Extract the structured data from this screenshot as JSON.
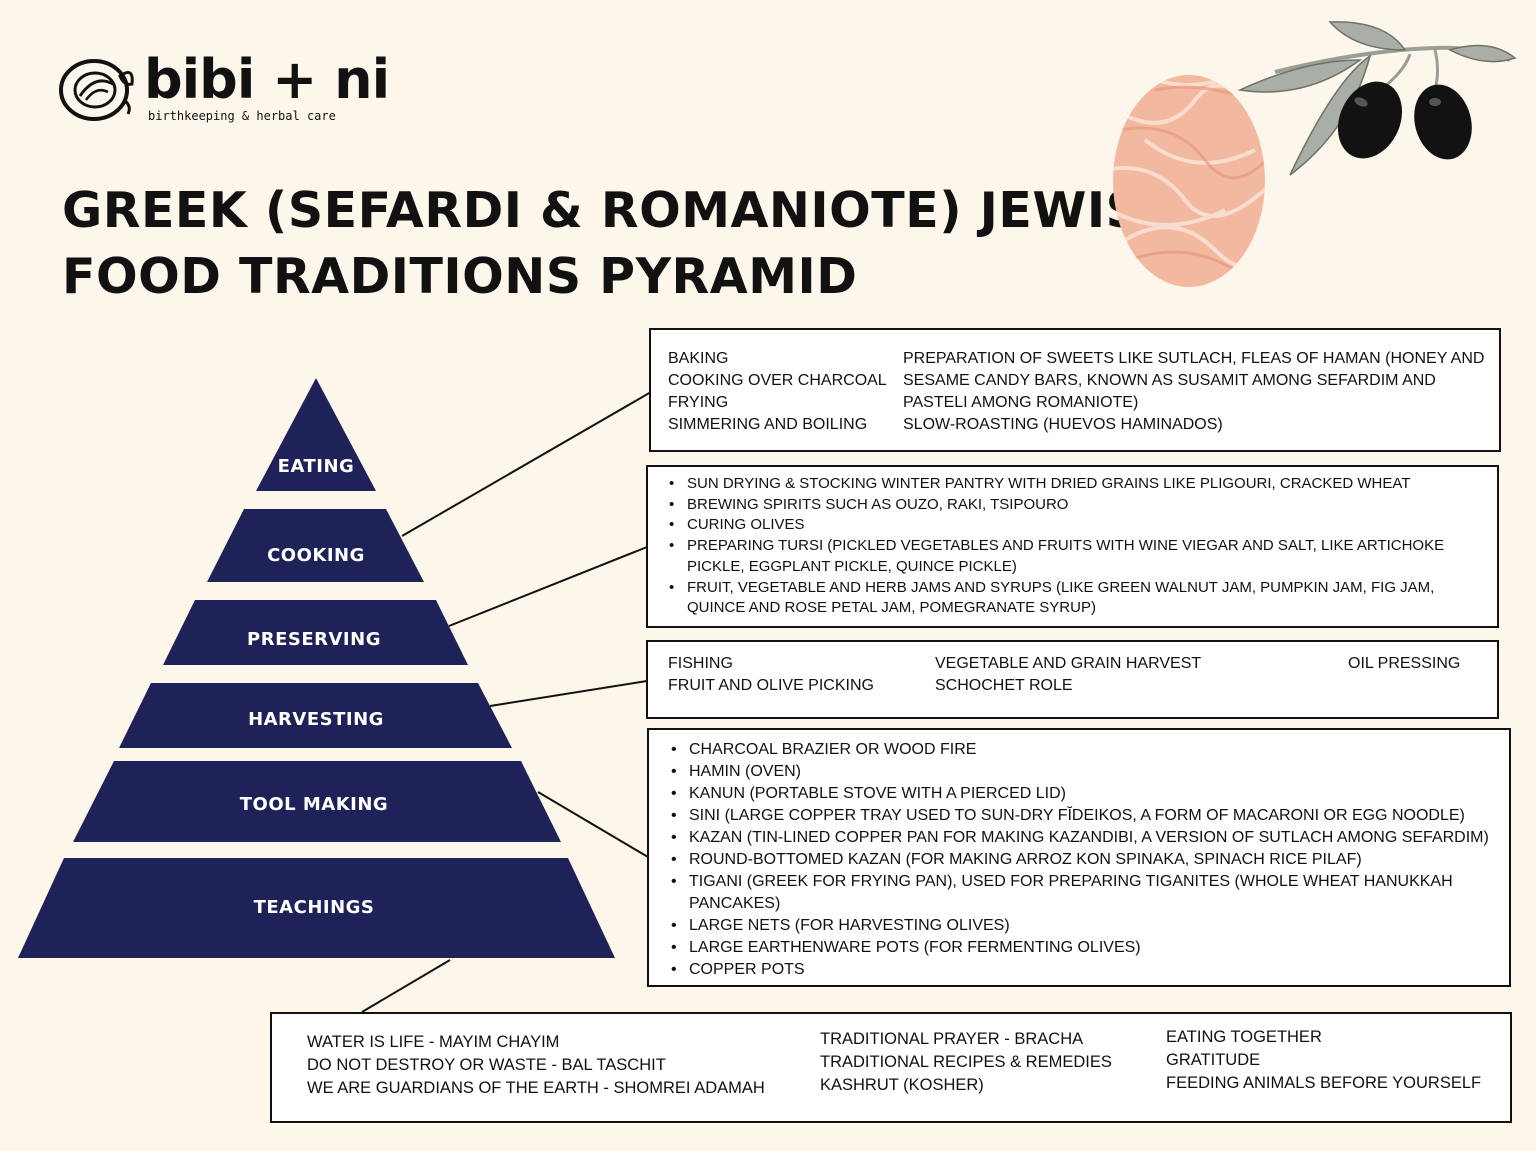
{
  "logo": {
    "name": "bibi + ni",
    "tagline": "birthkeeping & herbal care"
  },
  "title": {
    "line1": "GREEK (SEFARDI & ROMANIOTE) JEWISH",
    "line2": "FOOD TRADITIONS PYRAMID"
  },
  "colors": {
    "pyramid": "#1f2258",
    "background": "#fcf7ea",
    "egg": "#f3b9a0",
    "olive": "#121212",
    "leaf": "#a9aea6"
  },
  "pyramid": {
    "tiers": [
      {
        "label": "EATING"
      },
      {
        "label": "COOKING"
      },
      {
        "label": "PRESERVING"
      },
      {
        "label": "HARVESTING"
      },
      {
        "label": "TOOL MAKING"
      },
      {
        "label": "TEACHINGS"
      }
    ]
  },
  "eating_box": {
    "col1": [
      "BAKING",
      "COOKING OVER CHARCOAL",
      "FRYING",
      "SIMMERING AND BOILING"
    ],
    "col2": [
      "PREPARATION OF SWEETS LIKE SUTLACH, FLEAS OF HAMAN (HONEY AND",
      "SESAME CANDY BARS, KNOWN AS SUSAMIT AMONG SEFARDIM AND",
      "PASTELI AMONG ROMANIOTE)",
      "SLOW-ROASTING (HUEVOS HAMINADOS)"
    ]
  },
  "preserving_box": {
    "items": [
      "SUN DRYING & STOCKING WINTER PANTRY WITH DRIED GRAINS LIKE PLIGOURI, CRACKED WHEAT",
      "BREWING SPIRITS SUCH AS OUZO, RAKI, TSIPOURO",
      "CURING OLIVES",
      "PREPARING TURSI (PICKLED VEGETABLES AND FRUITS WITH WINE VIEGAR AND SALT, LIKE ARTICHOKE PICKLE, EGGPLANT PICKLE, QUINCE PICKLE)",
      "FRUIT, VEGETABLE AND HERB JAMS AND SYRUPS (LIKE GREEN WALNUT JAM, PUMPKIN JAM, FIG JAM, QUINCE AND ROSE PETAL JAM, POMEGRANATE SYRUP)"
    ]
  },
  "harvesting_box": {
    "col1": [
      "FISHING",
      "FRUIT AND OLIVE PICKING"
    ],
    "col2": [
      "VEGETABLE AND GRAIN HARVEST",
      "SCHOCHET ROLE"
    ],
    "col3": [
      "OIL PRESSING"
    ]
  },
  "tools_box": {
    "items": [
      "CHARCOAL BRAZIER OR WOOD FIRE",
      "HAMIN (OVEN)",
      "KANUN (PORTABLE STOVE WITH A PIERCED LID)",
      "SINI (LARGE COPPER TRAY USED TO SUN-DRY FĬDEIKOS, A FORM OF MACARONI OR EGG NOODLE)",
      "KAZAN (TIN-LINED COPPER PAN FOR MAKING KAZANDIBI, A VERSION OF SUTLACH AMONG SEFARDIM)",
      "ROUND-BOTTOMED KAZAN (FOR MAKING ARROZ KON SPINAKA, SPINACH RICE PILAF)",
      "TIGANI (GREEK FOR FRYING PAN), USED FOR PREPARING TIGANITES (WHOLE WHEAT HANUKKAH PANCAKES)",
      "LARGE NETS (FOR HARVESTING OLIVES)",
      "LARGE EARTHENWARE POTS (FOR FERMENTING OLIVES)",
      "COPPER POTS"
    ]
  },
  "teachings_box": {
    "col1": [
      "WATER IS LIFE - MAYIM CHAYIM",
      "DO NOT DESTROY OR WASTE - BAL TASCHIT",
      "WE ARE GUARDIANS OF THE EARTH - SHOMREI ADAMAH"
    ],
    "col2": [
      "TRADITIONAL PRAYER - BRACHA",
      "TRADITIONAL RECIPES & REMEDIES",
      "KASHRUT (KOSHER)"
    ],
    "col3": [
      "EATING TOGETHER",
      "GRATITUDE",
      "FEEDING ANIMALS BEFORE YOURSELF"
    ]
  }
}
